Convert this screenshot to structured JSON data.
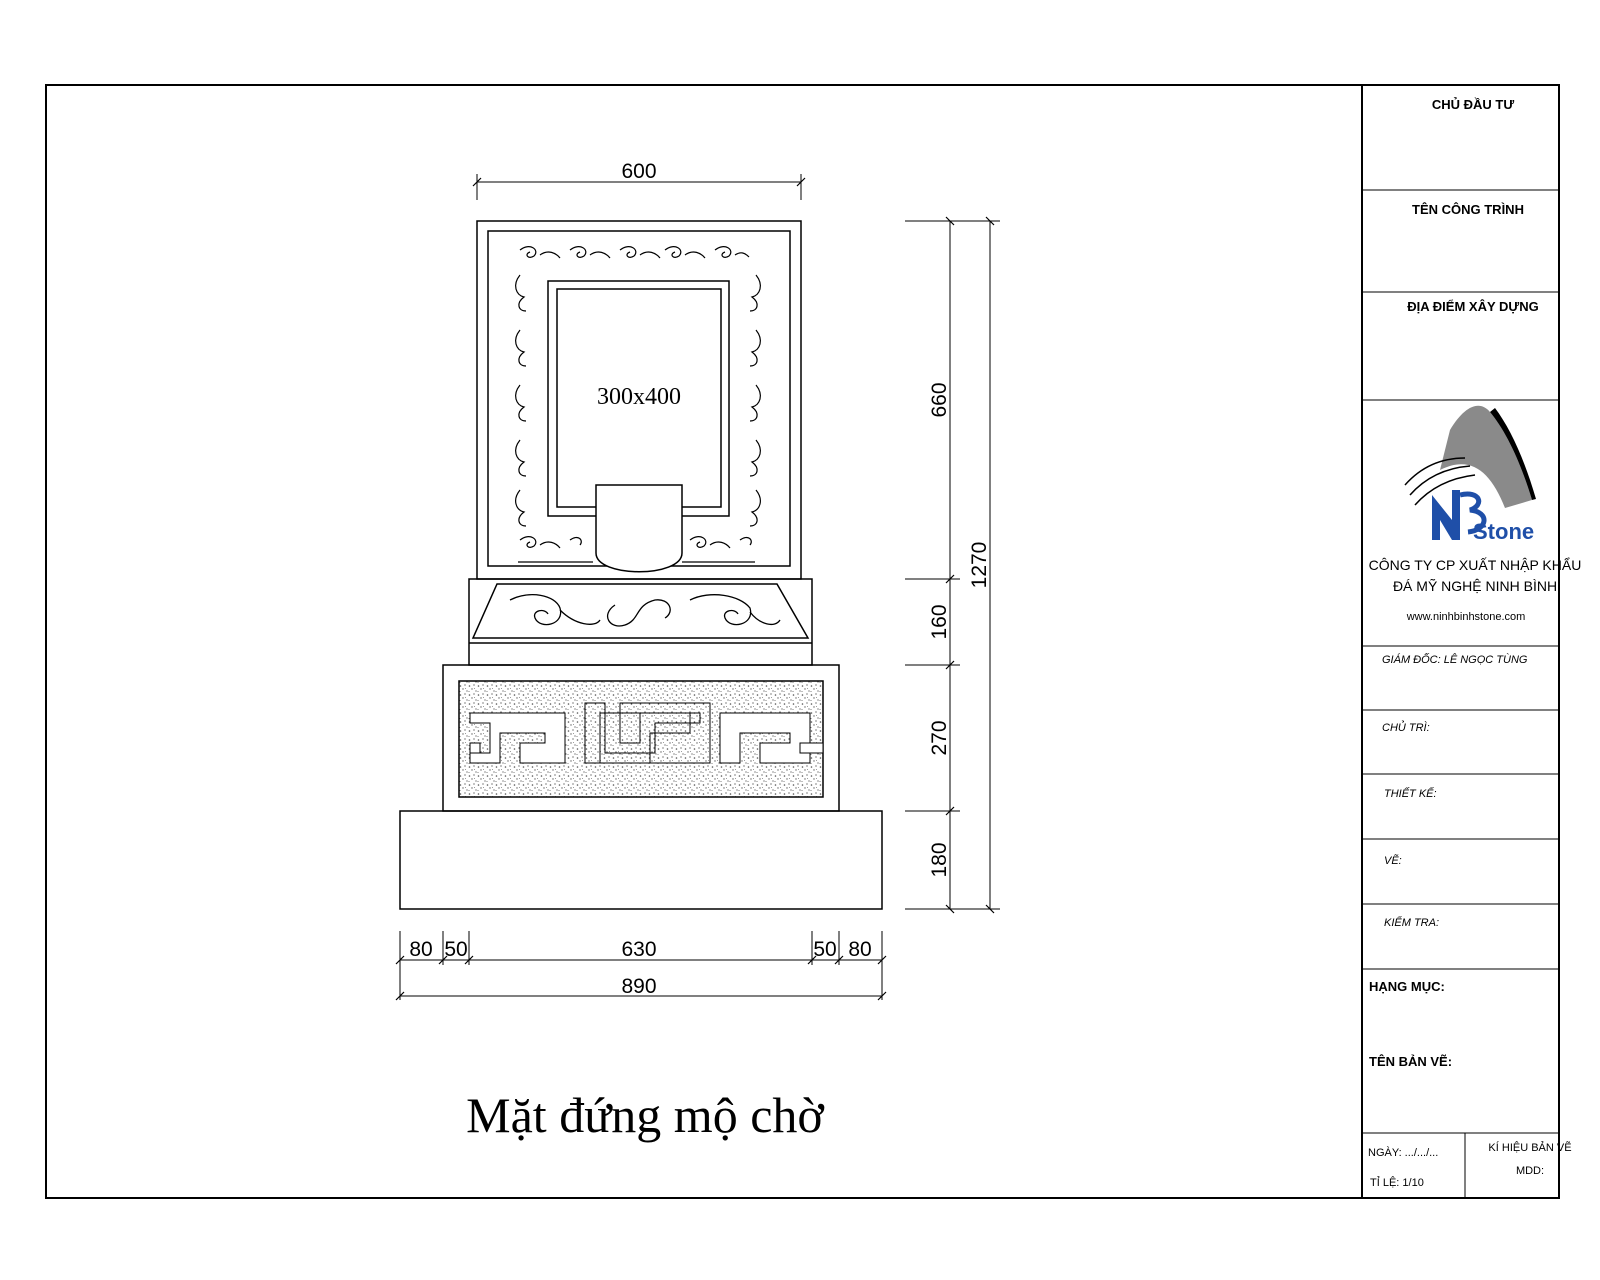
{
  "drawing": {
    "title": "Mặt đứng mộ chờ",
    "plaque_label": "300x400",
    "dims_top": {
      "width": "600"
    },
    "dims_right": {
      "d1": "660",
      "d2": "160",
      "d3": "270",
      "d4": "180",
      "total": "1270"
    },
    "dims_bottom": {
      "a": "80",
      "b": "50",
      "c": "630",
      "d": "50",
      "e": "80",
      "total": "890"
    }
  },
  "title_block": {
    "owner": "CHỦ ĐẦU TƯ",
    "project": "TÊN CÔNG TRÌNH",
    "location": "ĐỊA ĐIỂM XÂY DỰNG",
    "logo_text": "Stone",
    "logo_icon": "nb-stone-logo-icon",
    "company_line1": "CÔNG TY CP XUẤT NHẬP KHẨU",
    "company_line2": "ĐÁ MỸ NGHỆ NINH BÌNH",
    "website": "www.ninhbinhstone.com",
    "director": "GIÁM ĐỐC: LÊ NGỌC TÙNG",
    "chair": "CHỦ TRÌ:",
    "designer": "THIẾT KẾ:",
    "drawer": "VẼ:",
    "checker": "KIỂM TRA:",
    "category": "HẠNG MỤC:",
    "drawing_name": "TÊN BẢN VẼ:",
    "date": "NGÀY: .../.../...",
    "scale": "TỈ LỆ: 1/10",
    "code_label": "KÍ HIỆU BẢN VẼ",
    "code_value": "MDD:"
  },
  "colors": {
    "line": "#000000",
    "logo_blue": "#1f4fa8",
    "logo_gray": "#8a8a8a"
  }
}
